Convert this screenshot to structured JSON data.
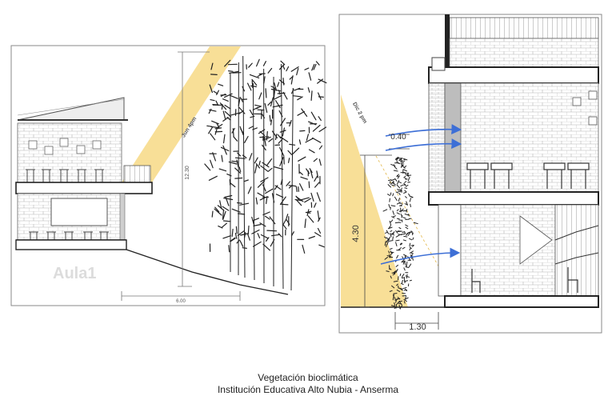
{
  "left_panel": {
    "watermark": "Aula1",
    "sun_label": "Jun 4pm",
    "height_label": "12.30",
    "width_label": "6.00"
  },
  "right_panel": {
    "sun_label": "Dic 2 pm",
    "height_label": "4.30",
    "offset_label": "0.40",
    "width_label": "1.30"
  },
  "caption": {
    "line1": "Vegetación bioclimática",
    "line2": "Institución Educativa Alto Nubia - Anserma"
  },
  "colors": {
    "sun": "#f7dc8c",
    "arrow": "#3d6fd6",
    "line": "#333333",
    "brick": "#d6d6d6",
    "plant": "#222222"
  }
}
